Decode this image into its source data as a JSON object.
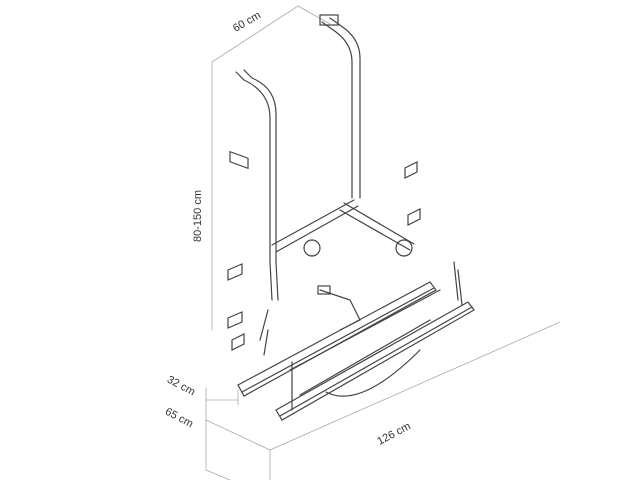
{
  "dimensions": {
    "width_top": "60 cm",
    "height_range": "80-150 cm",
    "rail_height": "32 cm",
    "mount_height": "65 cm",
    "width_bottom": "126 cm"
  },
  "colors": {
    "line": "#444444",
    "dim_line": "#aaaaaa"
  }
}
